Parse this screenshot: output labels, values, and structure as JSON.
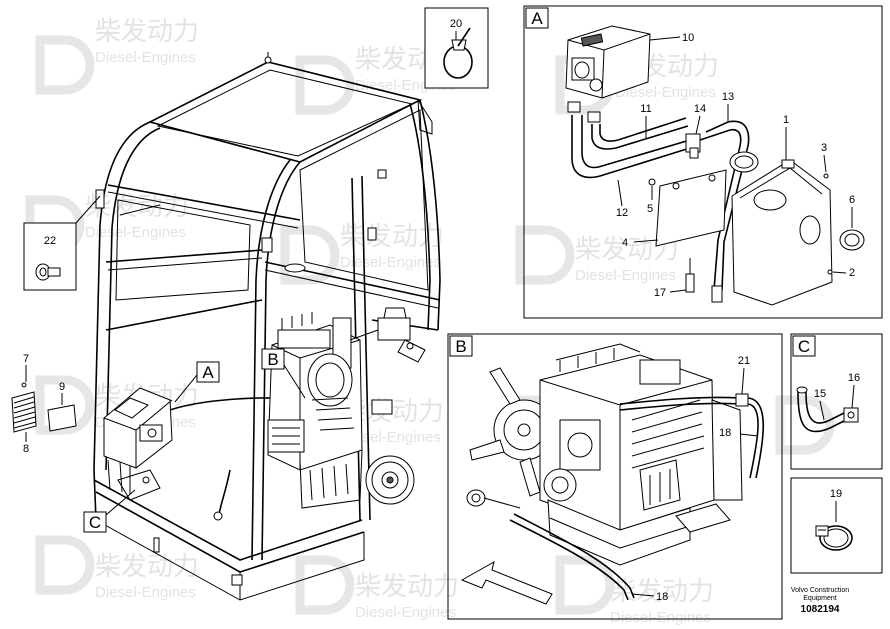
{
  "watermark": {
    "cn": "柴发动力",
    "en": "Diesel-Engines"
  },
  "detail_frames": [
    {
      "letter": "A"
    },
    {
      "letter": "B"
    },
    {
      "letter": "C"
    }
  ],
  "main_callouts": [
    {
      "letter": "A"
    },
    {
      "letter": "B"
    },
    {
      "letter": "C"
    }
  ],
  "part_numbers": {
    "p1": "1",
    "p2": "2",
    "p3": "3",
    "p4": "4",
    "p5": "5",
    "p6": "6",
    "p7": "7",
    "p8": "8",
    "p9": "9",
    "p10": "10",
    "p11": "11",
    "p12": "12",
    "p13": "13",
    "p14": "14",
    "p15": "15",
    "p16": "16",
    "p17": "17",
    "p18a": "18",
    "p18b": "18",
    "p19": "19",
    "p20": "20",
    "p21": "21",
    "p22": "22"
  },
  "footer": {
    "brand_line1": "Volvo Construction",
    "brand_line2": "Equipment",
    "doc_number": "1082194"
  }
}
